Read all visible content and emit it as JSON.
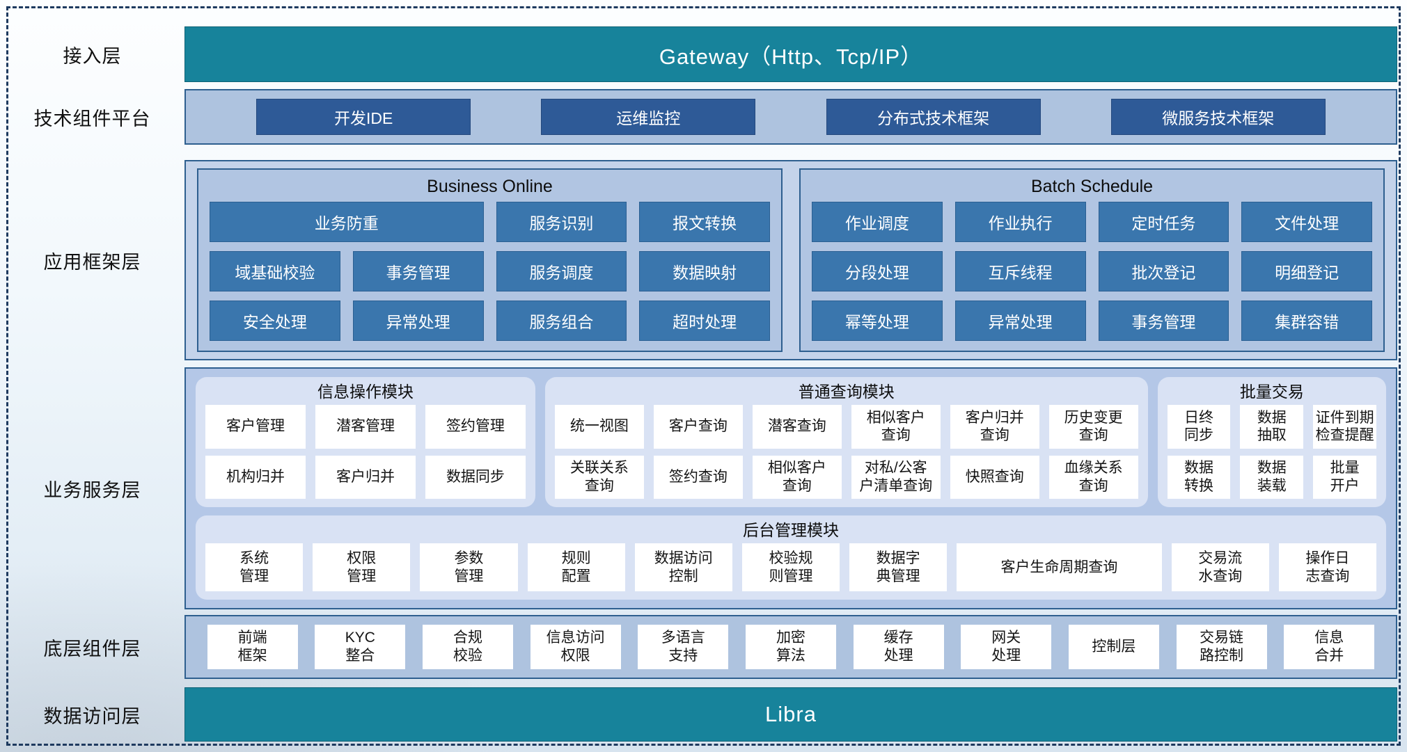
{
  "labels": {
    "access": "接入层",
    "tech_platform": "技术组件平台",
    "app_framework": "应用框架层",
    "business_service": "业务服务层",
    "base_component": "底层组件层",
    "data_access": "数据访问层"
  },
  "gateway": {
    "text": "Gateway（Http、Tcp/IP）"
  },
  "tech": {
    "buttons": [
      "开发IDE",
      "运维监控",
      "分布式技术框架",
      "微服务技术框架"
    ]
  },
  "business_online": {
    "title": "Business Online",
    "cells": [
      "业务防重",
      "服务识别",
      "报文转换",
      "域基础校验",
      "事务管理",
      "服务调度",
      "数据映射",
      "安全处理",
      "异常处理",
      "服务组合",
      "超时处理"
    ]
  },
  "batch_schedule": {
    "title": "Batch Schedule",
    "cells": [
      "作业调度",
      "作业执行",
      "定时任务",
      "文件处理",
      "分段处理",
      "互斥线程",
      "批次登记",
      "明细登记",
      "幂等处理",
      "异常处理",
      "事务管理",
      "集群容错"
    ]
  },
  "info_module": {
    "title": "信息操作模块",
    "cells": [
      "客户管理",
      "潜客管理",
      "签约管理",
      "机构归并",
      "客户归并",
      "数据同步"
    ]
  },
  "query_module": {
    "title": "普通查询模块",
    "cells": [
      "统一视图",
      "客户查询",
      "潜客查询",
      "相似客户\n查询",
      "客户归并\n查询",
      "历史变更\n查询",
      "关联关系\n查询",
      "签约查询",
      "相似客户\n查询",
      "对私/公客\n户清单查询",
      "快照查询",
      "血缘关系\n查询"
    ]
  },
  "batch_module": {
    "title": "批量交易",
    "cells": [
      "日终\n同步",
      "数据\n抽取",
      "证件到期\n检查提醒",
      "数据\n转换",
      "数据\n装载",
      "批量\n开户"
    ]
  },
  "admin_module": {
    "title": "后台管理模块",
    "cells": [
      "系统\n管理",
      "权限\n管理",
      "参数\n管理",
      "规则\n配置",
      "数据访问\n控制",
      "校验规\n则管理",
      "数据字\n典管理",
      "客户生命周期查询",
      "交易流\n水查询",
      "操作日\n志查询"
    ]
  },
  "base_components": {
    "cells": [
      "前端\n框架",
      "KYC\n整合",
      "合规\n校验",
      "信息访问\n权限",
      "多语言\n支持",
      "加密\n算法",
      "缓存\n处理",
      "网关\n处理",
      "控制层",
      "交易链\n路控制",
      "信息\n合并"
    ]
  },
  "libra": {
    "text": "Libra"
  },
  "colors": {
    "teal": "#17839b",
    "dark_blue_button": "#2e5a97",
    "steel_blue_cell": "#3a76ad",
    "band_background": "#aec3df",
    "panel_background": "#b1c5e2",
    "module_background": "#d9e2f4",
    "outer_border": "#2e5f8f",
    "dashed_frame": "#1e3a5f"
  }
}
